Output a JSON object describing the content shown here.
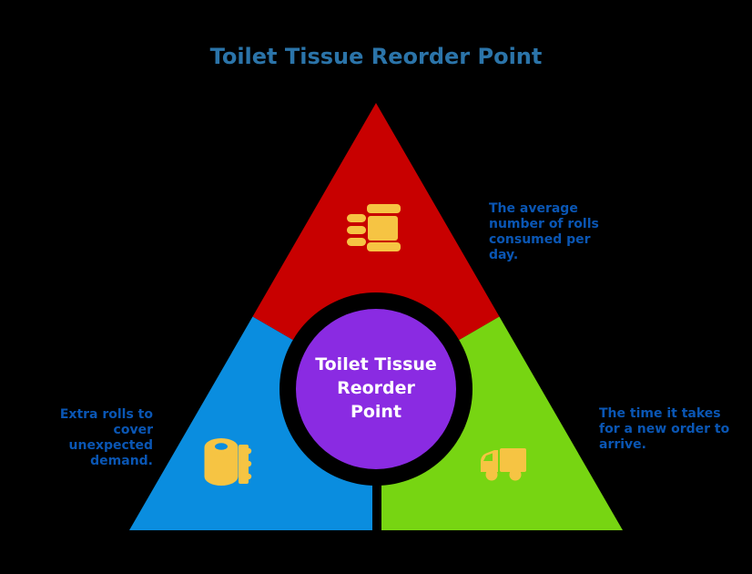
{
  "title": "Toilet Tissue Reorder Point",
  "center": {
    "label": "Toilet Tissue\nReorder\nPoint"
  },
  "sections": [
    {
      "position": "top",
      "icon": "tissue-rolls-icon",
      "label": "The average\nnumber of rolls\nconsumed per\nday."
    },
    {
      "position": "bottom-left",
      "icon": "toilet-roll-icon",
      "label": "Extra rolls to cover\nunexpected\ndemand."
    },
    {
      "position": "bottom-right",
      "icon": "delivery-truck-icon",
      "label": "The time it takes\nfor a new order to\narrive."
    }
  ],
  "colors": {
    "background": "#000000",
    "title_text": "#2b74a9",
    "caption_text": "#0a56b4",
    "section_top": "#c80000",
    "section_left": "#0a8ddf",
    "section_right": "#77d512",
    "center_ring": "#000000",
    "center_circle": "#8a2be2",
    "center_text": "#ffffff",
    "icon": "#f6c443"
  }
}
